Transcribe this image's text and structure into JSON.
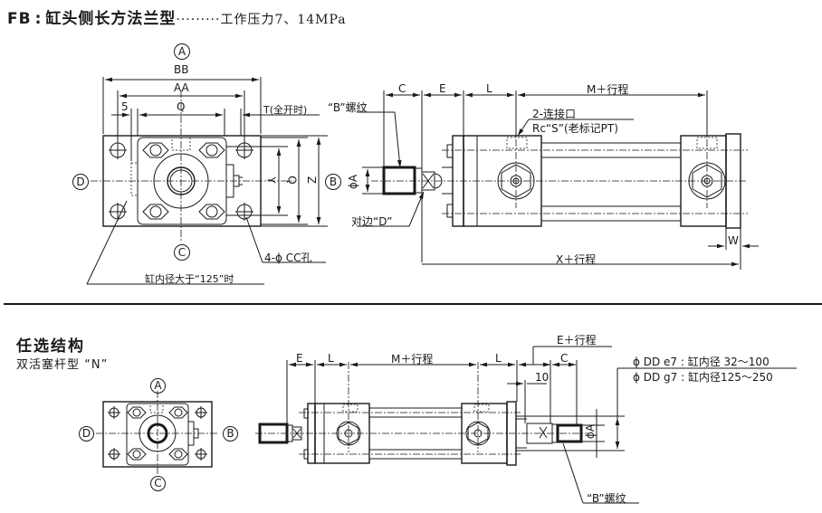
{
  "header": {
    "model_code": "FB",
    "separator": ":",
    "title": "缸头侧长方法兰型",
    "dots": "·········",
    "pressure_note": "工作压力7、14MPa"
  },
  "top_section": {
    "front_view": {
      "view_markers": {
        "top": "A",
        "right": "B",
        "bottom": "C",
        "left": "D"
      },
      "dimensions": {
        "bb": "BB",
        "aa": "AA",
        "q_horizontal": "Q",
        "five": "5",
        "t_label": "T(全开时)",
        "y": "Y",
        "q_vertical": "Q",
        "z": "Z"
      },
      "callouts": {
        "holes": "4-ϕ CC孔",
        "bore_note": "缸内径大于“125”时"
      }
    },
    "side_view": {
      "dimensions": {
        "c": "C",
        "e": "E",
        "l": "L",
        "m_stroke": "M＋行程",
        "x_stroke": "X＋行程",
        "w": "W",
        "phi_a": "ϕA"
      },
      "callouts": {
        "thread": "“B”螺纹",
        "across_flats": "对边“D”",
        "port_line1": "2-连接口",
        "port_line2": "Rc“S”(老标记PT)"
      }
    }
  },
  "option_section": {
    "title": "任选结构",
    "subtitle": "双活塞杆型 “N”",
    "front_view": {
      "view_markers": {
        "top": "A",
        "right": "B",
        "bottom": "C",
        "left": "D"
      }
    },
    "side_view": {
      "dimensions": {
        "e": "E",
        "l_left": "L",
        "m_stroke": "M＋行程",
        "l_right": "L",
        "e_stroke": "E＋行程",
        "c": "C",
        "ten": "10",
        "phi_a": "ϕA"
      },
      "callouts": {
        "dd_e7": "ϕ DD e7 : 缸内径  32～100",
        "dd_g7": "ϕ DD g7 : 缸内径125～250",
        "thread": "“B”螺纹"
      }
    }
  }
}
